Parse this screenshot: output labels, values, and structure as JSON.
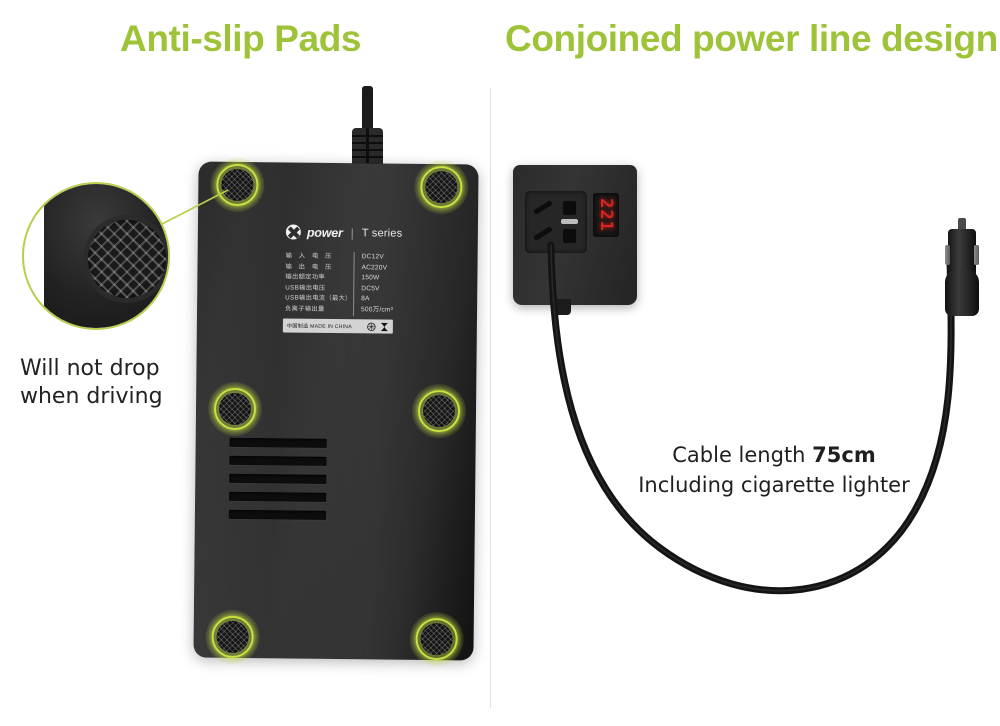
{
  "titles": {
    "left": "Anti-slip Pads",
    "right": "Conjoined power line design"
  },
  "colors": {
    "accent_green": "#9ec338",
    "pad_ring_green": "#c9e03f",
    "led_red": "#d8241f",
    "device_black": "#2c2c2c",
    "divider_gray": "#e2e2e2",
    "caption_text": "#222222"
  },
  "left_panel": {
    "caption_line1": "Will not drop",
    "caption_line2": "when driving",
    "magnifier": {
      "label": "anti-slip-pad-closeup"
    },
    "pads_count": 6,
    "device_label": {
      "brand": "power",
      "separator": "|",
      "series": "T series",
      "specs": [
        {
          "key": "输　入　电　压",
          "value": "DC12V"
        },
        {
          "key": "输　出　电　压",
          "value": "AC220V"
        },
        {
          "key": "输出额定功率",
          "value": "150W"
        },
        {
          "key": "USB输出电压",
          "value": "DC5V"
        },
        {
          "key": "USB输出电流（最大）",
          "value": "8A"
        },
        {
          "key": "负离子输出量",
          "value": "500万/cm³"
        }
      ],
      "footer_text": "中国制造  MADE IN CHINA",
      "cert_icons": [
        "recycle-icon",
        "hourglass-icon"
      ]
    }
  },
  "right_panel": {
    "led_value": "221",
    "caption_line1_prefix": "Cable length ",
    "caption_line1_value": "75cm",
    "caption_line2": "Including cigarette lighter",
    "socket_label": "universal-ac-socket",
    "plug_label": "cigarette-lighter-plug"
  }
}
